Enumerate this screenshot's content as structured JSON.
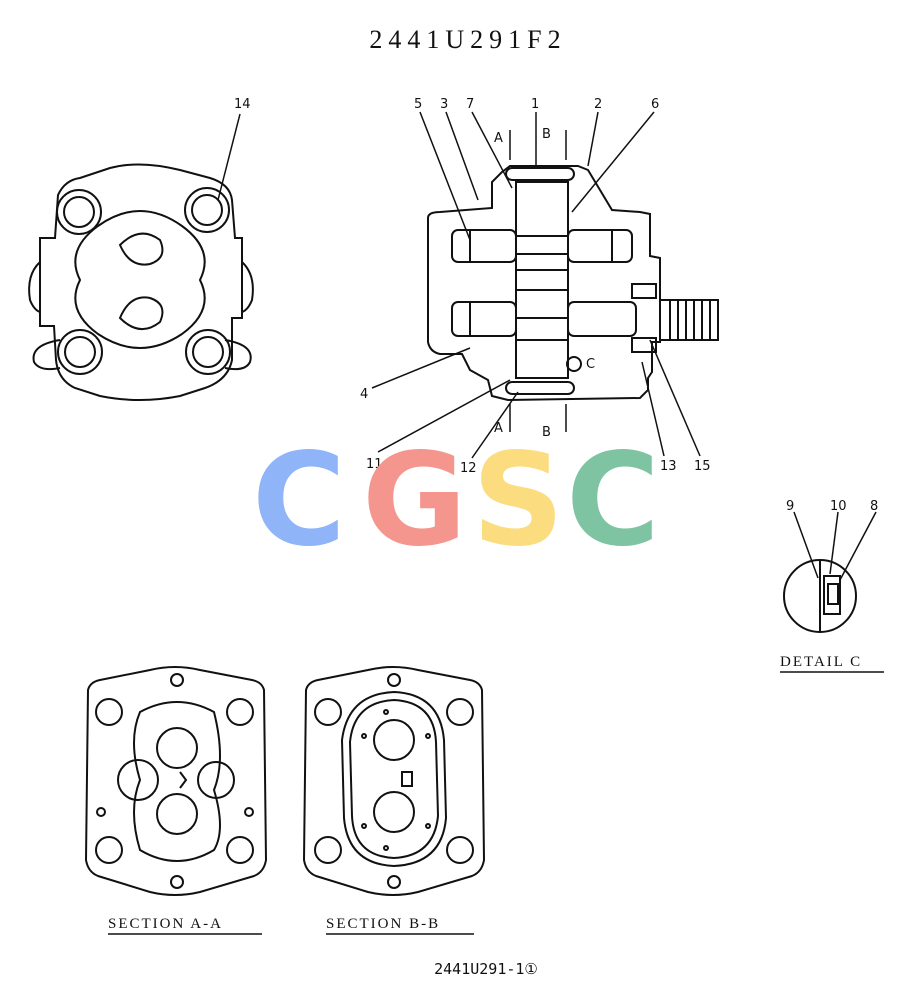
{
  "header": {
    "title": "2441U291F2"
  },
  "callouts": {
    "front_view": [
      "14"
    ],
    "side_view": [
      "5",
      "3",
      "7",
      "1",
      "2",
      "6",
      "4",
      "11",
      "12",
      "13",
      "15"
    ],
    "section_marks": [
      "A",
      "B",
      "A",
      "B"
    ],
    "detail_marker": "C",
    "detail_view": [
      "9",
      "10",
      "8"
    ]
  },
  "labels": {
    "detail": "DETAIL C",
    "section_a": "SECTION A-A",
    "section_b": "SECTION B-B"
  },
  "watermark": {
    "letters": [
      "C",
      "G",
      "S",
      "C"
    ],
    "colors": [
      "#8fb4f7",
      "#f4968e",
      "#fbdc7e",
      "#7fc4a2"
    ]
  },
  "footer": {
    "drawing_number": "2441U291-1",
    "revision_mark": "①"
  }
}
